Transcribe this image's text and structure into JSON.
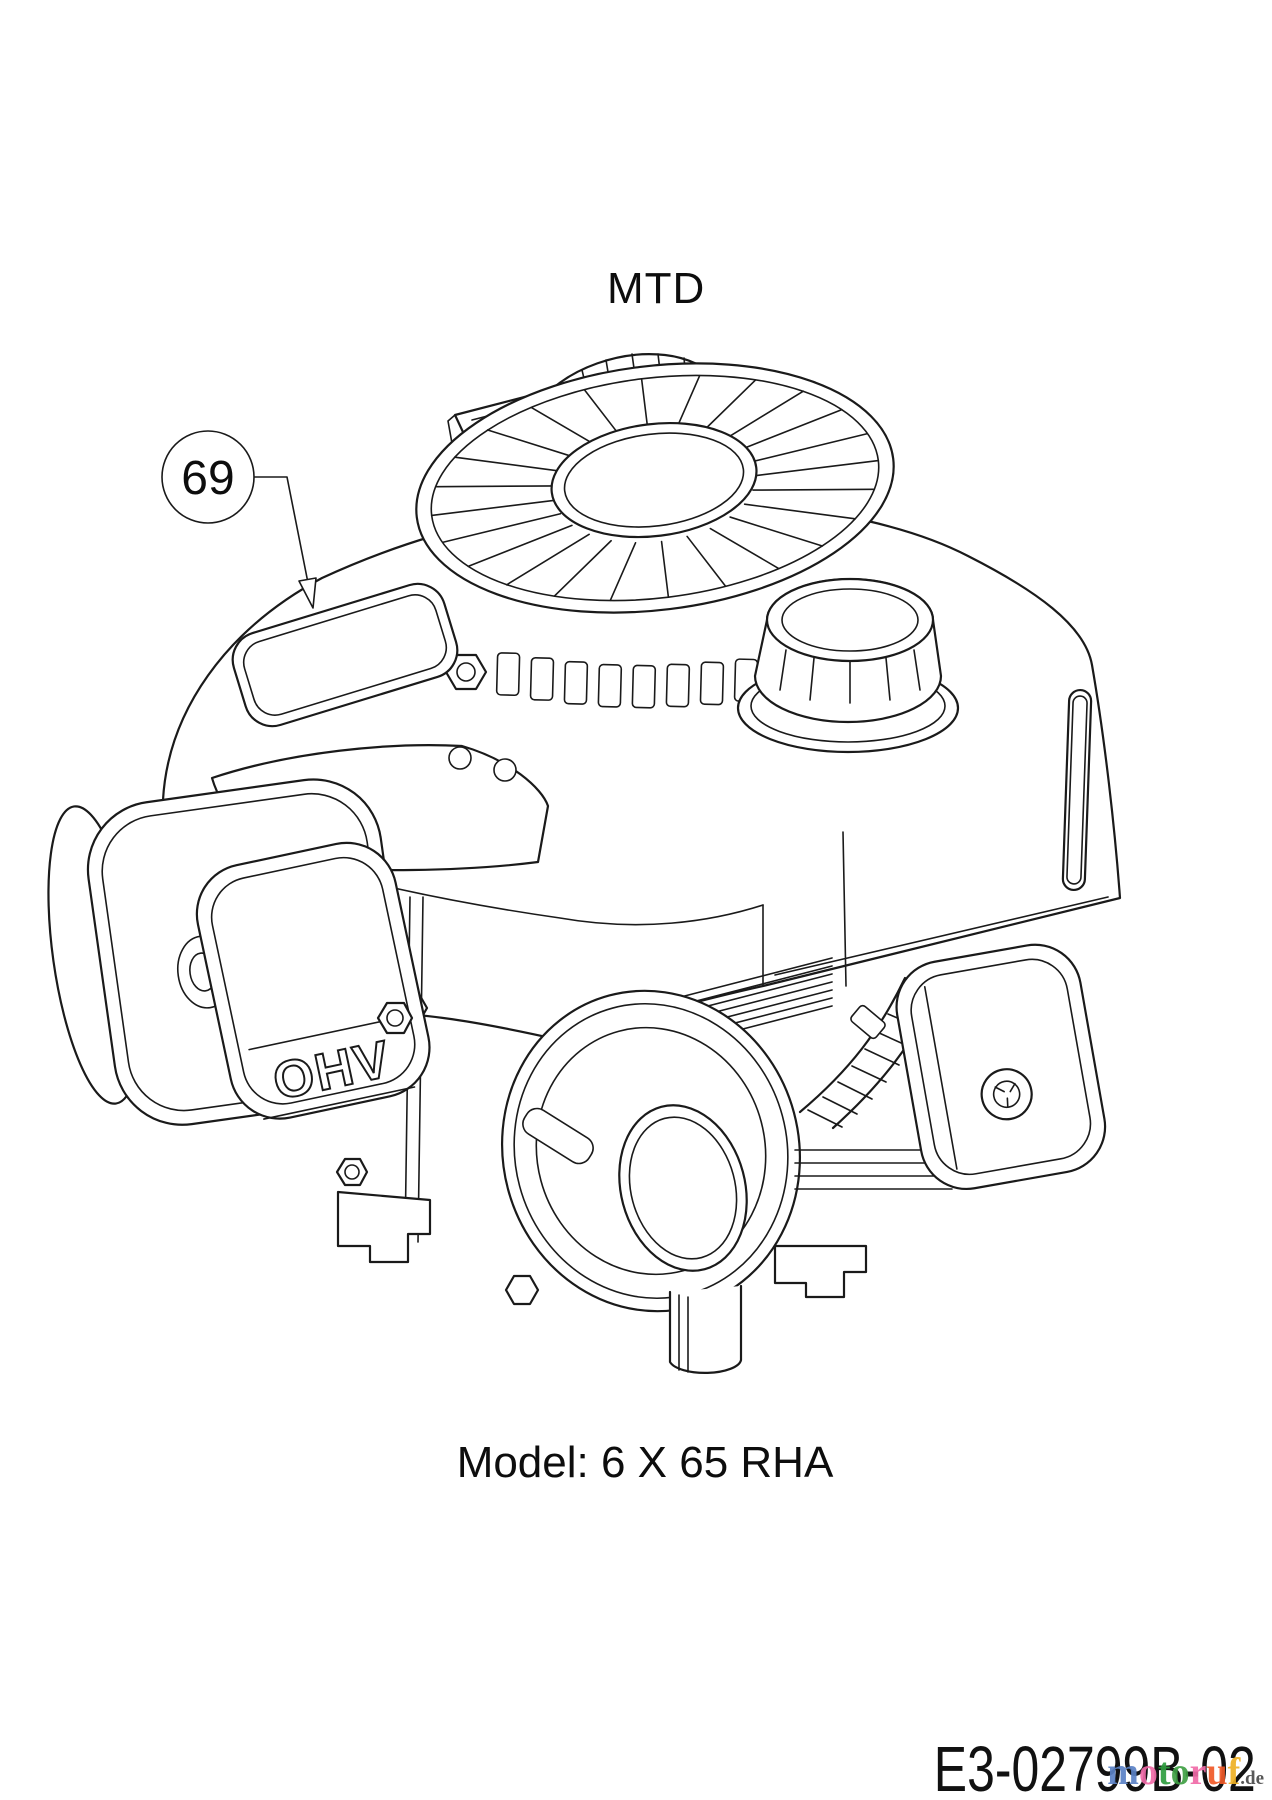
{
  "title": {
    "brand": "MTD"
  },
  "callout": {
    "number": "69"
  },
  "engine": {
    "valve_cover_embossing": "OHV"
  },
  "model": {
    "text": "Model: 6 X 65 RHA"
  },
  "part_code": {
    "text": "E3-02799B-02"
  },
  "watermark": {
    "letters": [
      {
        "ch": "m",
        "color": "#5b82c6"
      },
      {
        "ch": "o",
        "color": "#f06ba8"
      },
      {
        "ch": "t",
        "color": "#2f9e3f"
      },
      {
        "ch": "o",
        "color": "#3fa044"
      },
      {
        "ch": "r",
        "color": "#f06ba8"
      },
      {
        "ch": "u",
        "color": "#f05a28"
      },
      {
        "ch": "f",
        "color": "#eeb024"
      }
    ],
    "suffix": ".de",
    "suffix_color": "#4a4a4a"
  },
  "drawing": {
    "ink": "#1a1a1a",
    "background": "#ffffff"
  }
}
